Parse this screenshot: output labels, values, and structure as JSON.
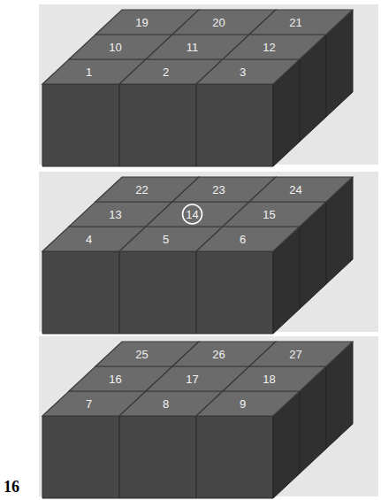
{
  "diagram": {
    "labels": [
      "19",
      "20",
      "21",
      "10",
      "11",
      "12",
      "1",
      "2",
      "3",
      "22",
      "23",
      "24",
      "13",
      "14",
      "15",
      "4",
      "5",
      "6",
      "25",
      "26",
      "27",
      "16",
      "17",
      "18",
      "7",
      "8",
      "9",
      "16"
    ]
  }
}
